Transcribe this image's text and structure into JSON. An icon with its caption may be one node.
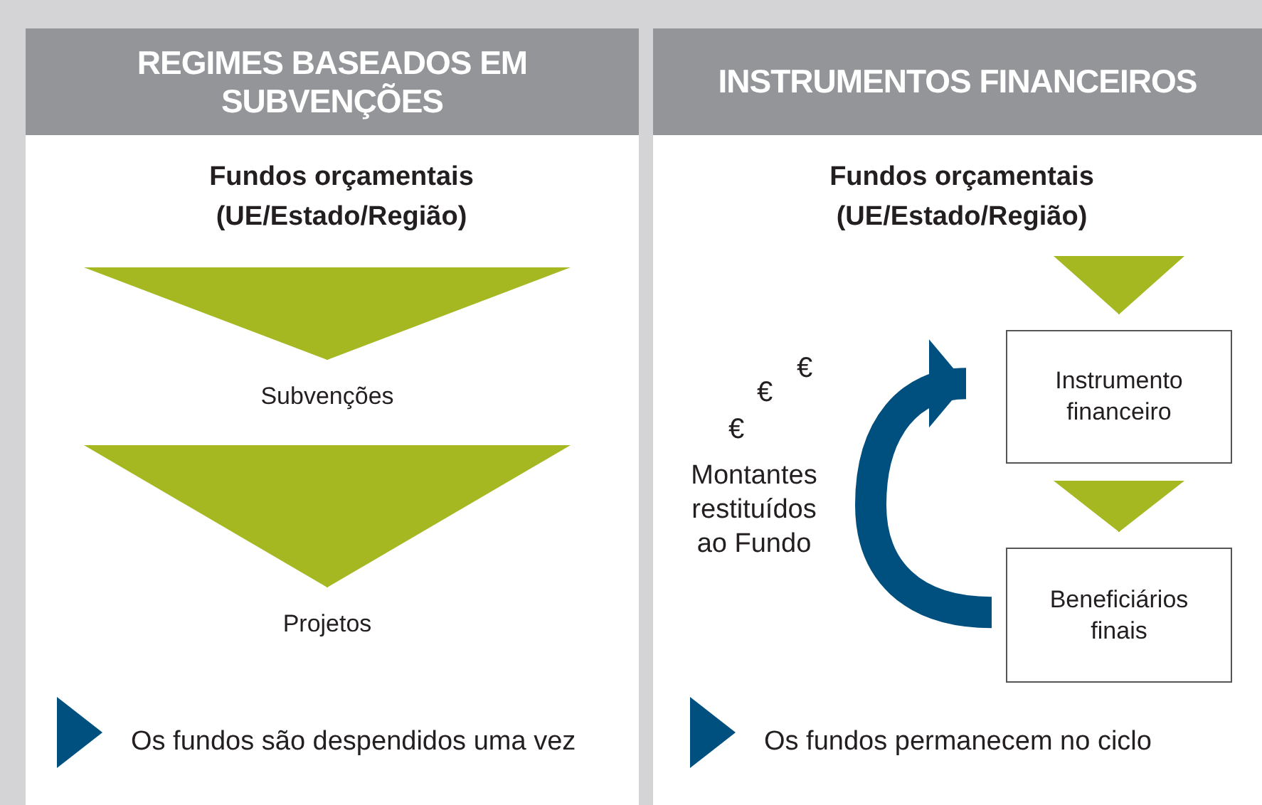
{
  "diagram": {
    "nodes": [
      {
        "text": [
          "REGIMES BASEADOS EM SUBVENÇÕES"
        ]
      },
      {
        "text": [
          "Fundos orçamentais (UE/Estado/Região)"
        ],
        "in": 0
      },
      {
        "text": [
          "Subvenções"
        ],
        "in": 0
      },
      {
        "text": [
          "Projetos"
        ],
        "in": 0
      },
      {
        "text": [
          "INSTRUMENTOS FINANCEIROS"
        ]
      },
      {
        "text": [
          "Fundos orçamentais (UE/Estado/Região)"
        ],
        "in": 4
      },
      {
        "text": [
          "Instrumento financeiro"
        ],
        "in": 4
      },
      {
        "text": [
          "Beneficiários finais"
        ],
        "in": 4
      }
    ],
    "edges": [
      {
        "from": 1,
        "to": 2,
        "arrow": "to"
      },
      {
        "from": 2,
        "to": 3,
        "arrow": "to"
      },
      {
        "from": 5,
        "to": 6,
        "arrow": "to"
      },
      {
        "from": 6,
        "to": 7,
        "arrow": "to"
      },
      {
        "from": 7,
        "to": 6,
        "arrow": "to",
        "label": "Montantes restituídos ao Fundo",
        "style": "thick",
        "color": "#00507f"
      }
    ],
    "labels": [
      "€",
      "€",
      "€",
      "Os fundos são despendidos uma vez",
      "Os fundos permanecem no ciclo"
    ]
  }
}
